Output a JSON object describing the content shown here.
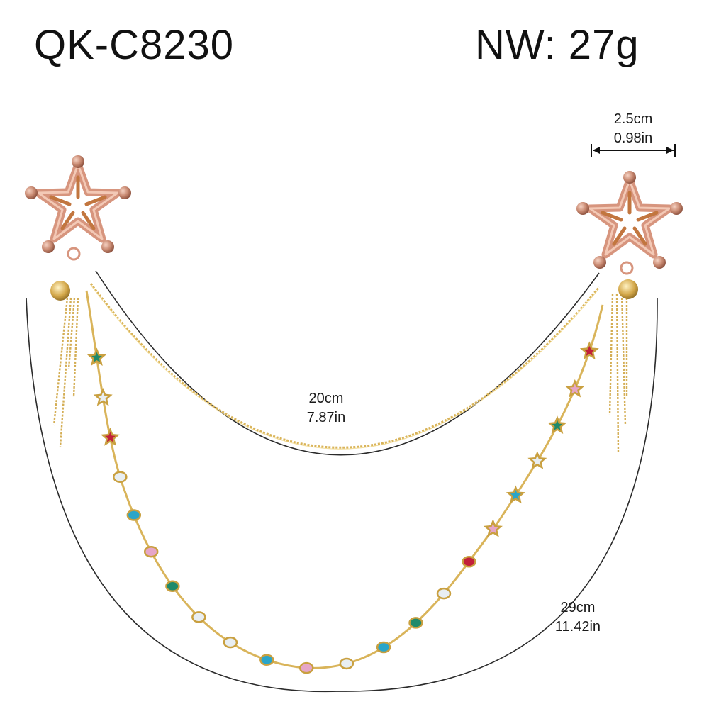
{
  "product": {
    "model": "QK-C8230",
    "net_weight": "NW: 27g"
  },
  "dimensions": {
    "width": {
      "cm": "2.5cm",
      "in": "0.98in"
    },
    "short_chain": {
      "cm": "20cm",
      "in": "7.87in"
    },
    "long_chain": {
      "cm": "29cm",
      "in": "11.42in"
    }
  },
  "colors": {
    "rose_gold": "#d7957e",
    "gold_chain": "#d9b45a",
    "gem_green": "#1f8a6b",
    "gem_red": "#c21f3a",
    "gem_pink": "#e6a6c8",
    "gem_blue": "#2aa5c9",
    "gem_clear": "#e8eef2",
    "guide_line": "#2b2b2b"
  }
}
